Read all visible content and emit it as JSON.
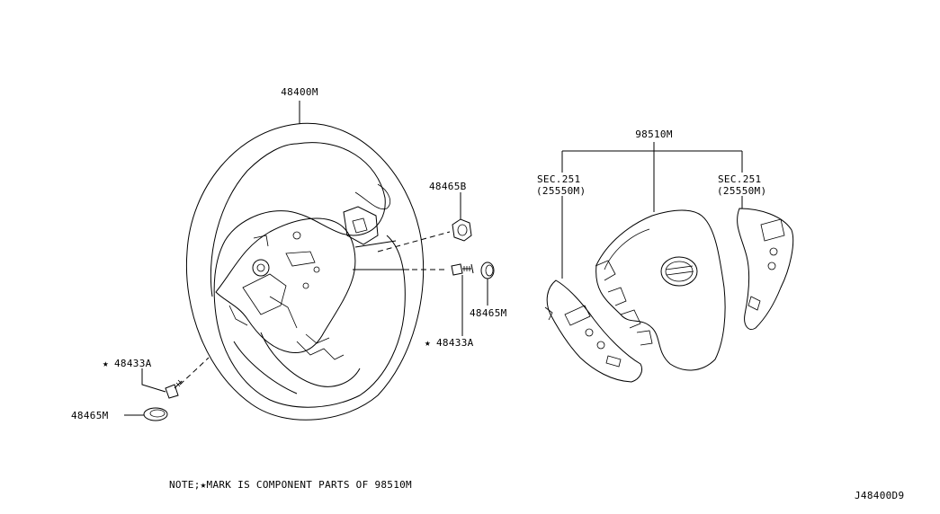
{
  "labels": {
    "steering_wheel": "48400M",
    "airbag_module": "98510M",
    "sec_left": "SEC.251",
    "sec_left_part": "(25550M)",
    "sec_right": "SEC.251",
    "sec_right_part": "(25550M)",
    "nut": "48465B",
    "cap_right": "48465M",
    "bolt_right": "48433A",
    "bolt_left": "48433A",
    "cap_left": "48465M"
  },
  "markers": {
    "star": "★"
  },
  "note": "NOTE;★MARK IS COMPONENT PARTS OF 98510M",
  "diagram_code": "J48400D9"
}
